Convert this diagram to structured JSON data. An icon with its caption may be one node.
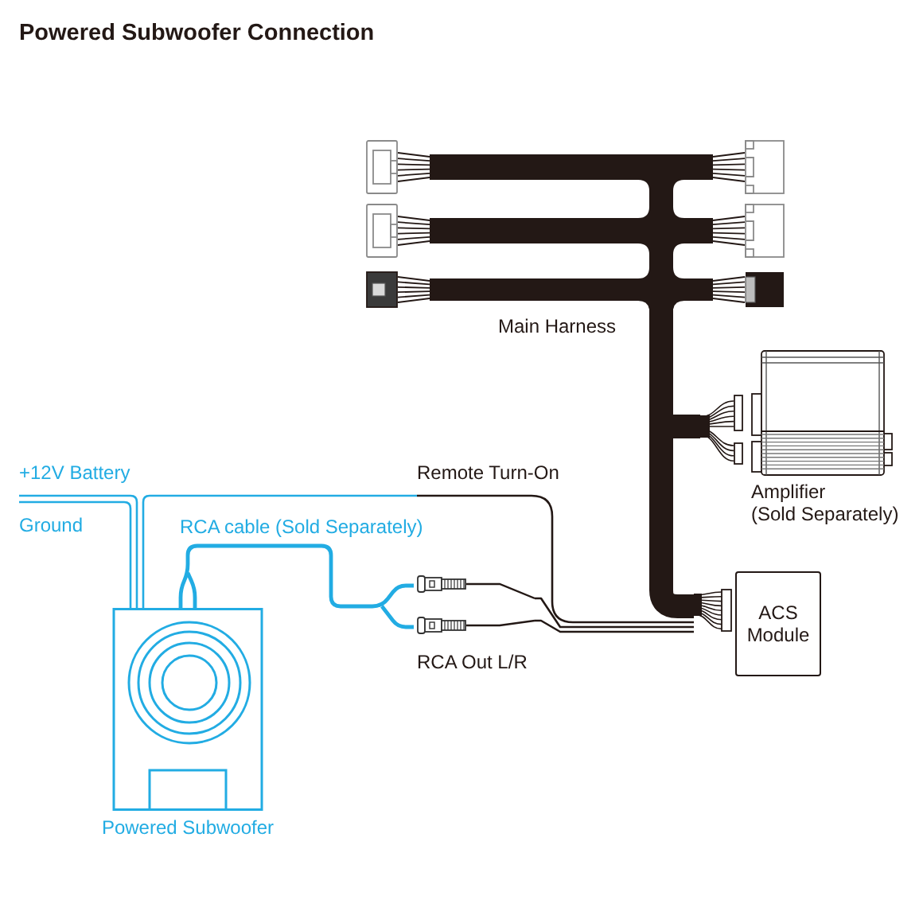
{
  "diagram": {
    "title": "Powered Subwoofer Connection",
    "nodes": [
      {
        "text": [
          "Main Harness"
        ]
      },
      {
        "text": [
          "Amplifier",
          "(Sold Separately)"
        ]
      },
      {
        "text": [
          "RCA Out L/R"
        ]
      },
      {
        "text": [
          "ACS Module"
        ]
      },
      {
        "text": [
          "Powered Subwoofer"
        ]
      }
    ],
    "edges": [
      {
        "from": 0,
        "to": 1,
        "arrow": "none",
        "style": "thick"
      },
      {
        "from": 0,
        "to": 3,
        "arrow": "none",
        "style": "thick"
      },
      {
        "from": null,
        "to": 4,
        "arrow": "none",
        "label": "+12V Battery",
        "color": "#22ace3"
      },
      {
        "from": null,
        "to": 4,
        "arrow": "none",
        "label": "Ground",
        "color": "#22ace3"
      },
      {
        "from": 3,
        "to": null,
        "arrow": "none",
        "label": "Remote Turn-On"
      },
      {
        "from": null,
        "to": 4,
        "arrow": "none",
        "color": "#22ace3"
      },
      {
        "from": 3,
        "to": 2,
        "arrow": "none"
      },
      {
        "from": 2,
        "to": 4,
        "arrow": "none",
        "label": "RCA cable (Sold Separately)",
        "color": "#22ace3"
      }
    ]
  }
}
